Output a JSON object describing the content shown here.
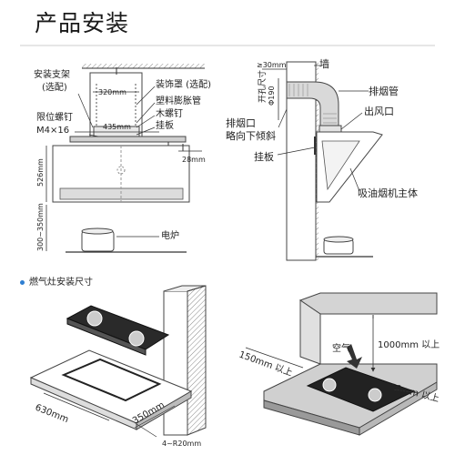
{
  "page_title": "产品安装",
  "section2_title": "燃气灶安装尺寸",
  "install_bracket": {
    "line1": "安装支架",
    "line2": "(选配)"
  },
  "dim_320": "320mm",
  "decor_cover": "装饰罩 (选配)",
  "plastic_anchor": "塑料膨胀管",
  "wood_screw": "木螺钉",
  "hang_plate": "挂板",
  "limit_screw": {
    "line1": "限位螺钉",
    "line2": "M4×16"
  },
  "dim_435": "435mm",
  "dim_28": "28mm",
  "dim_526": "526mm",
  "dim_300_350": "300~350mm",
  "electric_stove": "电炉",
  "dim_30": "≥30mm",
  "hole_size": "开孔尺寸",
  "hole_dia": "Φ190",
  "wall": "墙",
  "exhaust_pipe": "排烟管",
  "outlet": "出风口",
  "exhaust_port": {
    "line1": "排烟口",
    "line2": "略向下倾斜"
  },
  "hang_plate_side": "挂板",
  "hood_body": "吸油烟机主体",
  "dim_630": "630mm",
  "dim_350": "350mm",
  "dim_r": "4~R20mm",
  "dim_1000": "1000mm 以上",
  "dim_150": "150mm 以上",
  "dim_50": "50mm 以上",
  "air": "空气",
  "colors": {
    "accent_blue": "#2f7fd2",
    "line": "#333333",
    "gray_fill": "#d6d6d6",
    "dark_fill": "#9a9a9a"
  }
}
